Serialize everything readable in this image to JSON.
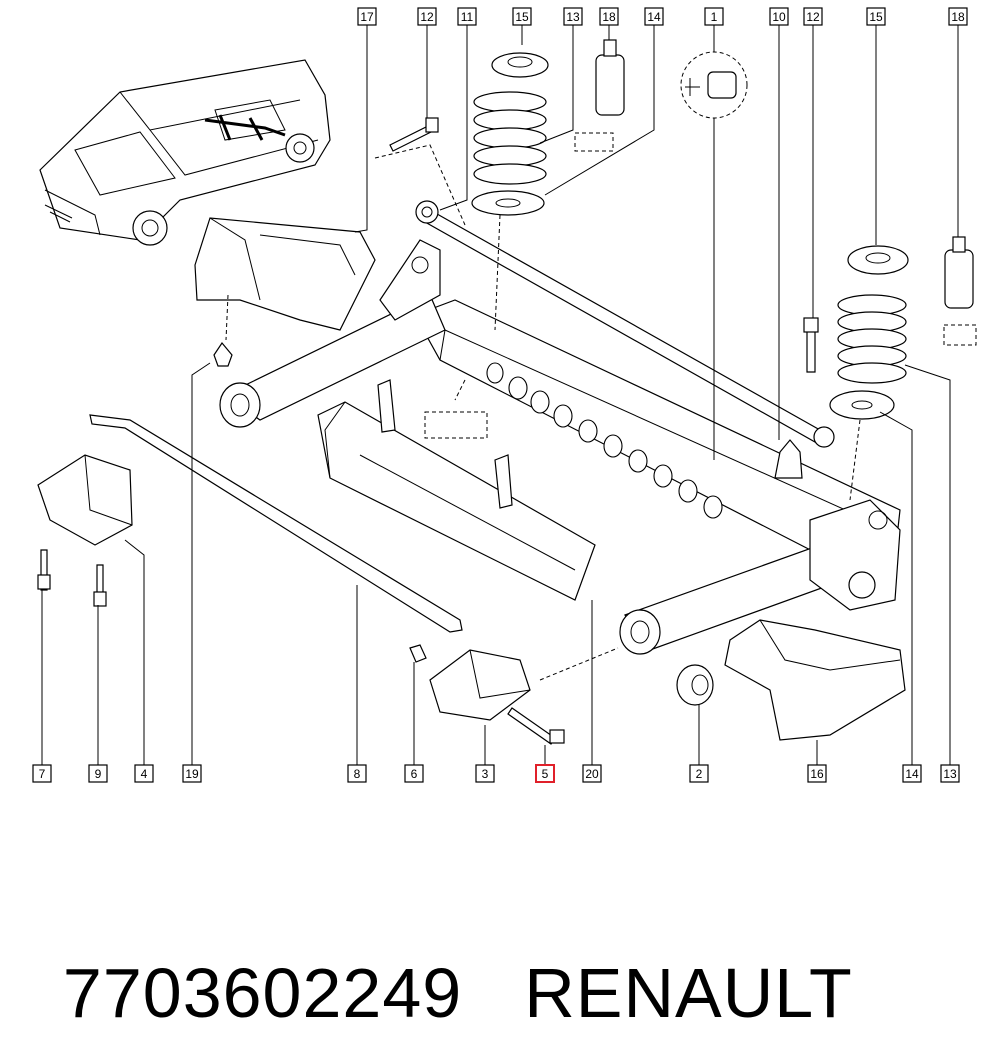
{
  "callouts": [
    {
      "label": "17",
      "highlight": false
    },
    {
      "label": "12",
      "highlight": false
    },
    {
      "label": "11",
      "highlight": false
    },
    {
      "label": "15",
      "highlight": false
    },
    {
      "label": "13",
      "highlight": false
    },
    {
      "label": "18",
      "highlight": false
    },
    {
      "label": "14",
      "highlight": false
    },
    {
      "label": "1",
      "highlight": false
    },
    {
      "label": "10",
      "highlight": false
    },
    {
      "label": "12",
      "highlight": false
    },
    {
      "label": "15",
      "highlight": false
    },
    {
      "label": "18",
      "highlight": false
    },
    {
      "label": "7",
      "highlight": false
    },
    {
      "label": "9",
      "highlight": false
    },
    {
      "label": "4",
      "highlight": false
    },
    {
      "label": "19",
      "highlight": false
    },
    {
      "label": "8",
      "highlight": false
    },
    {
      "label": "6",
      "highlight": false
    },
    {
      "label": "3",
      "highlight": false
    },
    {
      "label": "5",
      "highlight": true
    },
    {
      "label": "20",
      "highlight": false
    },
    {
      "label": "2",
      "highlight": false
    },
    {
      "label": "16",
      "highlight": false
    },
    {
      "label": "14",
      "highlight": false
    },
    {
      "label": "13",
      "highlight": false
    }
  ],
  "caption": {
    "part_number": "7703602249",
    "brand": "RENAULT"
  },
  "colors": {
    "highlight": "#e0202a",
    "line": "#000000"
  }
}
